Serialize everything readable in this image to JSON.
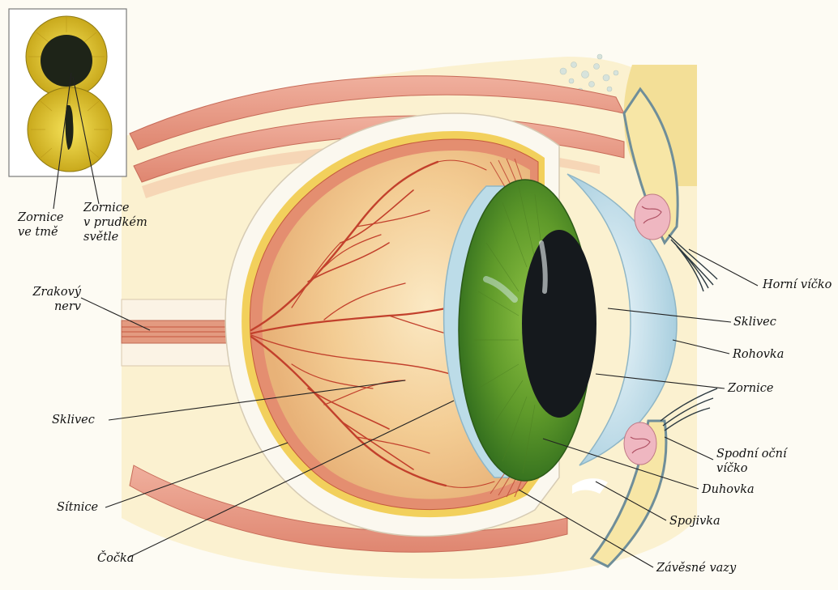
{
  "inset": {
    "labels": {
      "pupil_dark": [
        "Zornice",
        "ve tmě"
      ],
      "pupil_bright": [
        "Zornice",
        "v prudkém",
        "světle"
      ]
    }
  },
  "labels": {
    "optic_nerve": [
      "Zrakový",
      "nerv"
    ],
    "vitreous_left": "Sklivec",
    "retina": "Sítnice",
    "lens": "Čočka",
    "upper_eyelid": "Horní víčko",
    "vitreous_right": "Sklivec",
    "cornea": "Rohovka",
    "pupil": "Zornice",
    "lower_eyelid": [
      "Spodní oční",
      "víčko"
    ],
    "iris": "Duhovka",
    "conjunctiva": "Spojivka",
    "zonular_fibers": "Závěsné vazy"
  },
  "colors": {
    "iris_green": "#5f9a2a",
    "pupil": "#15191d",
    "cornea_blue": "#bcdce8",
    "muscle": "#e89a86",
    "fat_yellow": "#f6e6a8",
    "vessel": "#c2402c"
  }
}
